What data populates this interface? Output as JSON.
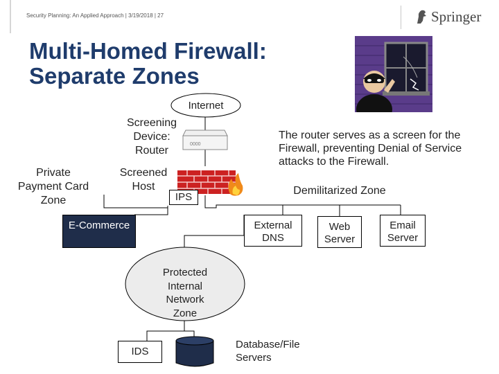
{
  "header": {
    "running_title": "Security Planning: An Applied Approach | 3/19/2018 | 27",
    "brand": "Springer"
  },
  "slide": {
    "title_line1": "Multi-Homed Firewall:",
    "title_line2": "Separate Zones"
  },
  "diagram": {
    "internet": "Internet",
    "screening_line1": "Screening",
    "screening_line2": "Device:",
    "screening_line3": "Router",
    "router_lights": "0000",
    "private_line1": "Private",
    "private_line2": "Payment Card",
    "private_line3": "Zone",
    "screened_line1": "Screened",
    "screened_line2": "Host",
    "ips": "IPS",
    "router_note_line1": "The router serves as a screen for the",
    "router_note_line2": "Firewall, preventing Denial of Service",
    "router_note_line3": "attacks to the Firewall.",
    "dmz": "Demilitarized Zone",
    "ecommerce": "E-Commerce",
    "ext_dns_line1": "External",
    "ext_dns_line2": "DNS",
    "web_line1": "Web",
    "web_line2": "Server",
    "email_line1": "Email",
    "email_line2": "Server",
    "protected_line1": "Protected",
    "protected_line2": "Internal",
    "protected_line3": "Network",
    "protected_line4": "Zone",
    "ids": "IDS",
    "db_line1": "Database/File",
    "db_line2": "Servers"
  },
  "colors": {
    "title": "#1f3c6c",
    "ecommerce_bg": "#1f2d4a",
    "firewall_brick": "#cc2222",
    "ellipse_fill": "#ececec",
    "database_fill": "#1f2d4a"
  }
}
